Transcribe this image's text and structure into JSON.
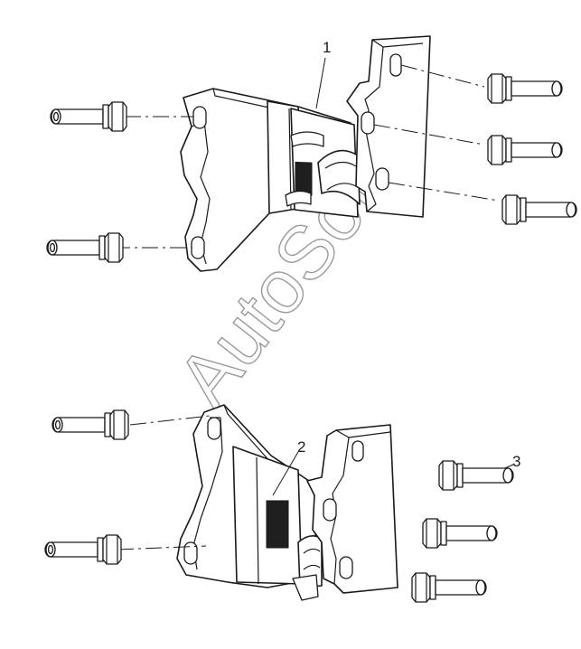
{
  "callouts": {
    "bracket_upper": "1",
    "bracket_lower": "2",
    "bolt": "3"
  },
  "watermark": "AutoSoft",
  "colors": {
    "line": "#1a1a1a",
    "watermark": "#9a9a9a",
    "background": "#ffffff"
  }
}
